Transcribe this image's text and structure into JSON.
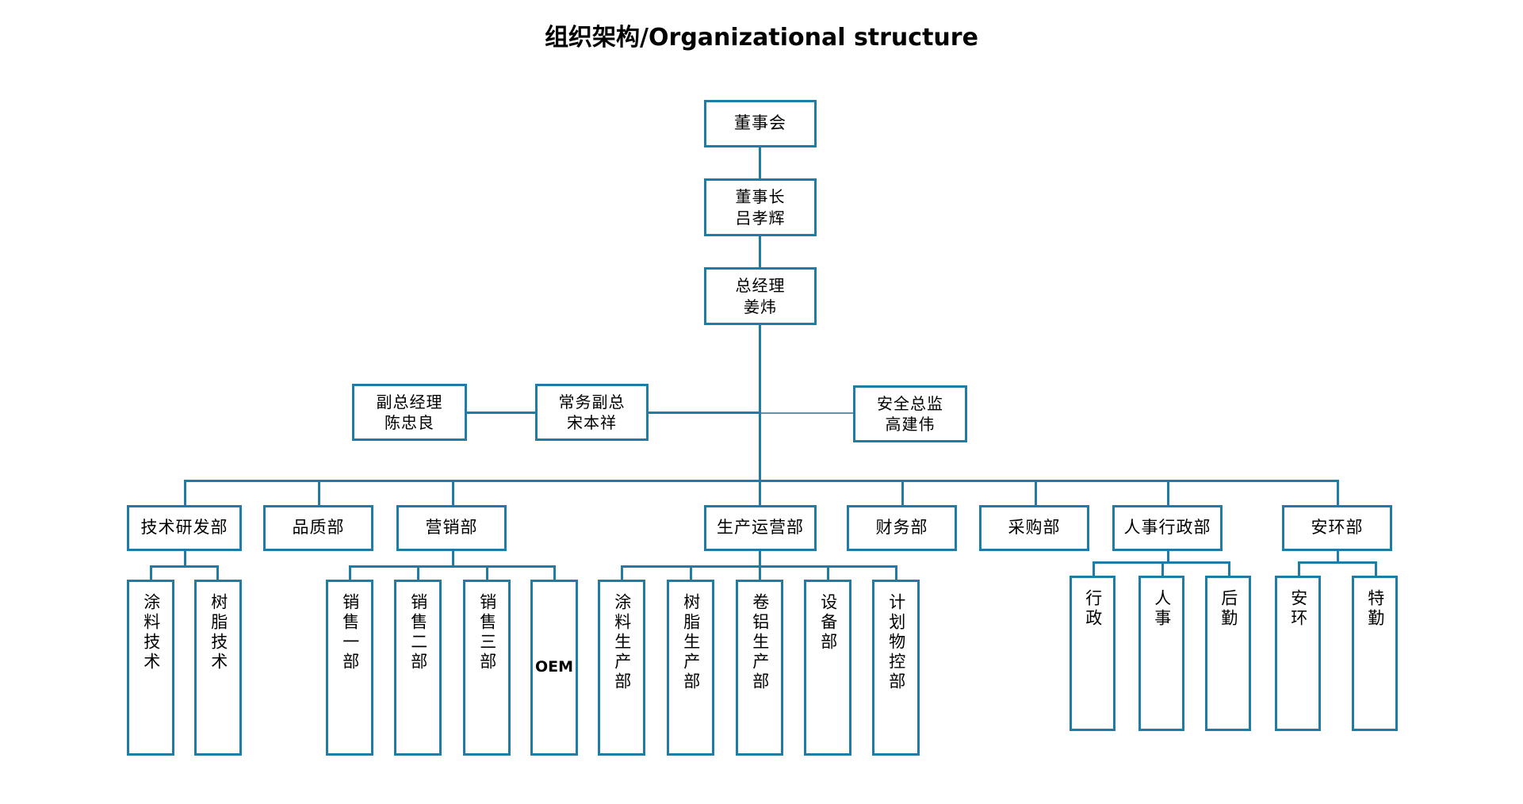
{
  "title": "组织架构/Organizational structure",
  "theme": {
    "border_color": "#1F7CA6",
    "connector_color": "#1F7CA6",
    "thin_connector_color": "#6E8FA0",
    "background": "#FFFFFF",
    "text_color": "#000000"
  },
  "nodes": {
    "board": {
      "line1": "董事会"
    },
    "chairman": {
      "line1": "董事长",
      "line2": "吕孝辉"
    },
    "general_manager": {
      "line1": "总经理",
      "line2": "姜炜"
    },
    "deputy_gm": {
      "line1": "副总经理",
      "line2": "陈忠良"
    },
    "executive_vp": {
      "line1": "常务副总",
      "line2": "宋本祥"
    },
    "safety_director": {
      "line1": "安全总监",
      "line2": "高建伟"
    }
  },
  "departments": [
    {
      "key": "rd",
      "label": "技术研发部"
    },
    {
      "key": "quality",
      "label": "品质部"
    },
    {
      "key": "marketing",
      "label": "营销部"
    },
    {
      "key": "production_ops",
      "label": "生产运营部"
    },
    {
      "key": "finance",
      "label": "财务部"
    },
    {
      "key": "purchasing",
      "label": "采购部"
    },
    {
      "key": "hr_admin",
      "label": "人事行政部"
    },
    {
      "key": "safety_env",
      "label": "安环部"
    }
  ],
  "leaves": {
    "rd": [
      {
        "label": "涂料技术"
      },
      {
        "label": "树脂技术"
      }
    ],
    "marketing": [
      {
        "label": "销售一部"
      },
      {
        "label": "销售二部"
      },
      {
        "label": "销售三部"
      },
      {
        "label": "OEM"
      }
    ],
    "production_ops": [
      {
        "label": "涂料生产部"
      },
      {
        "label": "树脂生产部"
      },
      {
        "label": "卷铝生产部"
      },
      {
        "label": "设备部"
      },
      {
        "label": "计划物控部"
      }
    ],
    "hr_admin": [
      {
        "label": "行政"
      },
      {
        "label": "人事"
      },
      {
        "label": "后勤"
      }
    ],
    "safety_env": [
      {
        "label": "安环"
      },
      {
        "label": "特勤"
      }
    ]
  }
}
